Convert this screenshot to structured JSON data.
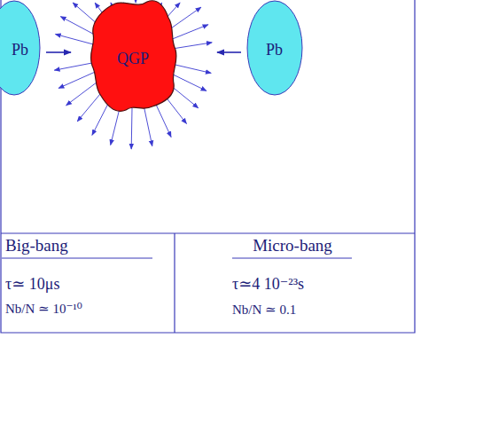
{
  "diagram": {
    "nodes": [
      {
        "text": [
          "Pb"
        ]
      },
      {
        "text": [
          "QGP"
        ]
      },
      {
        "text": [
          "Pb"
        ]
      },
      {
        "text": [
          "Big-bang",
          "τ≃ 10μs",
          "Nb/N ≃ 10⁻¹⁰"
        ]
      },
      {
        "text": [
          "Micro-bang",
          "τ≃4 10⁻²³s",
          "Nb/N ≃ 0.1"
        ]
      }
    ],
    "edges": [
      {
        "from": 0,
        "to": 1,
        "arrow": "to"
      },
      {
        "from": 2,
        "to": 1,
        "arrow": "to"
      }
    ]
  }
}
